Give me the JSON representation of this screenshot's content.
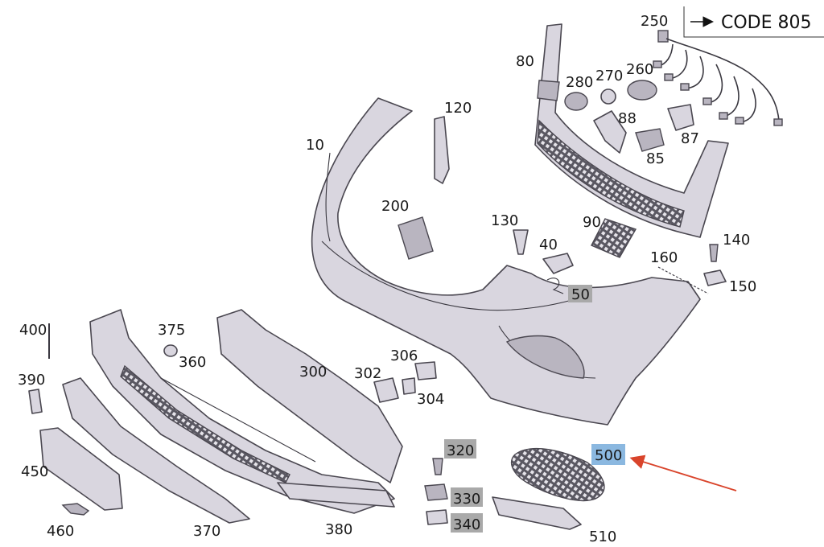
{
  "code_note": {
    "arrow": "→",
    "text": "CODE 805"
  },
  "callouts": {
    "c10": "10",
    "c40": "40",
    "c50": "50",
    "c80": "80",
    "c85": "85",
    "c87": "87",
    "c88": "88",
    "c90": "90",
    "c120": "120",
    "c130": "130",
    "c140": "140",
    "c150": "150",
    "c160": "160",
    "c200": "200",
    "c250": "250",
    "c260": "260",
    "c270": "270",
    "c280": "280",
    "c300": "300",
    "c302": "302",
    "c304": "304",
    "c306": "306",
    "c320": "320",
    "c330": "330",
    "c340": "340",
    "c360": "360",
    "c370": "370",
    "c375": "375",
    "c380": "380",
    "c390": "390",
    "c400": "400",
    "c450": "450",
    "c460": "460",
    "c500": "500",
    "c510": "510"
  },
  "colors": {
    "part_fill": "#d9d6df",
    "part_stroke": "#4a4750",
    "gray_highlight": "#a9a9a9",
    "blue_highlight": "#8bb8e0",
    "pointer_arrow": "#d9442b"
  }
}
